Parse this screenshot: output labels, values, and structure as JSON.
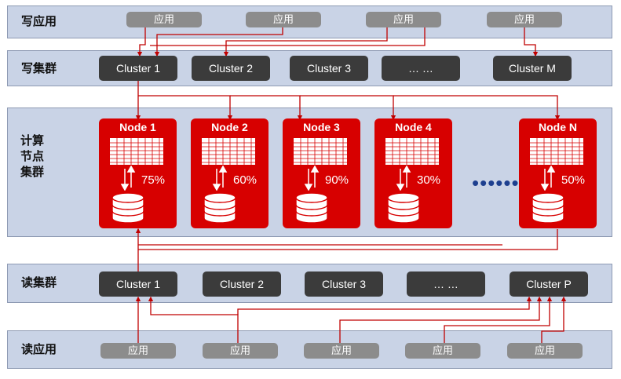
{
  "layers": {
    "write_apps": "写应用",
    "write_clusters": "写集群",
    "compute_nodes": [
      "计算",
      "节点",
      "集群"
    ],
    "read_clusters": "读集群",
    "read_apps": "读应用"
  },
  "write_apps": [
    "应用",
    "应用",
    "应用",
    "应用"
  ],
  "write_clusters": [
    "Cluster 1",
    "Cluster 2",
    "Cluster 3",
    "… …",
    "Cluster M"
  ],
  "nodes": [
    {
      "name": "Node 1",
      "load": "75%"
    },
    {
      "name": "Node 2",
      "load": "60%"
    },
    {
      "name": "Node 3",
      "load": "90%"
    },
    {
      "name": "Node 4",
      "load": "30%"
    },
    {
      "name": "Node N",
      "load": "50%"
    }
  ],
  "ellipsis": "••••••",
  "read_clusters": [
    "Cluster 1",
    "Cluster 2",
    "Cluster 3",
    "… …",
    "Cluster P"
  ],
  "read_apps": [
    "应用",
    "应用",
    "应用",
    "应用",
    "应用"
  ],
  "colors": {
    "band_fill": "#c9d3e6",
    "band_border": "#8e9ab3",
    "app_box": "#8c8c8c",
    "cluster_box": "#3b3b3b",
    "node_fill": "#d70000",
    "connector": "#c00000",
    "ellipsis_dots": "#1d3f8f"
  },
  "icons": {
    "table": "table-icon",
    "database": "database-icon",
    "sync_arrows": "bidirectional-arrows-icon"
  }
}
